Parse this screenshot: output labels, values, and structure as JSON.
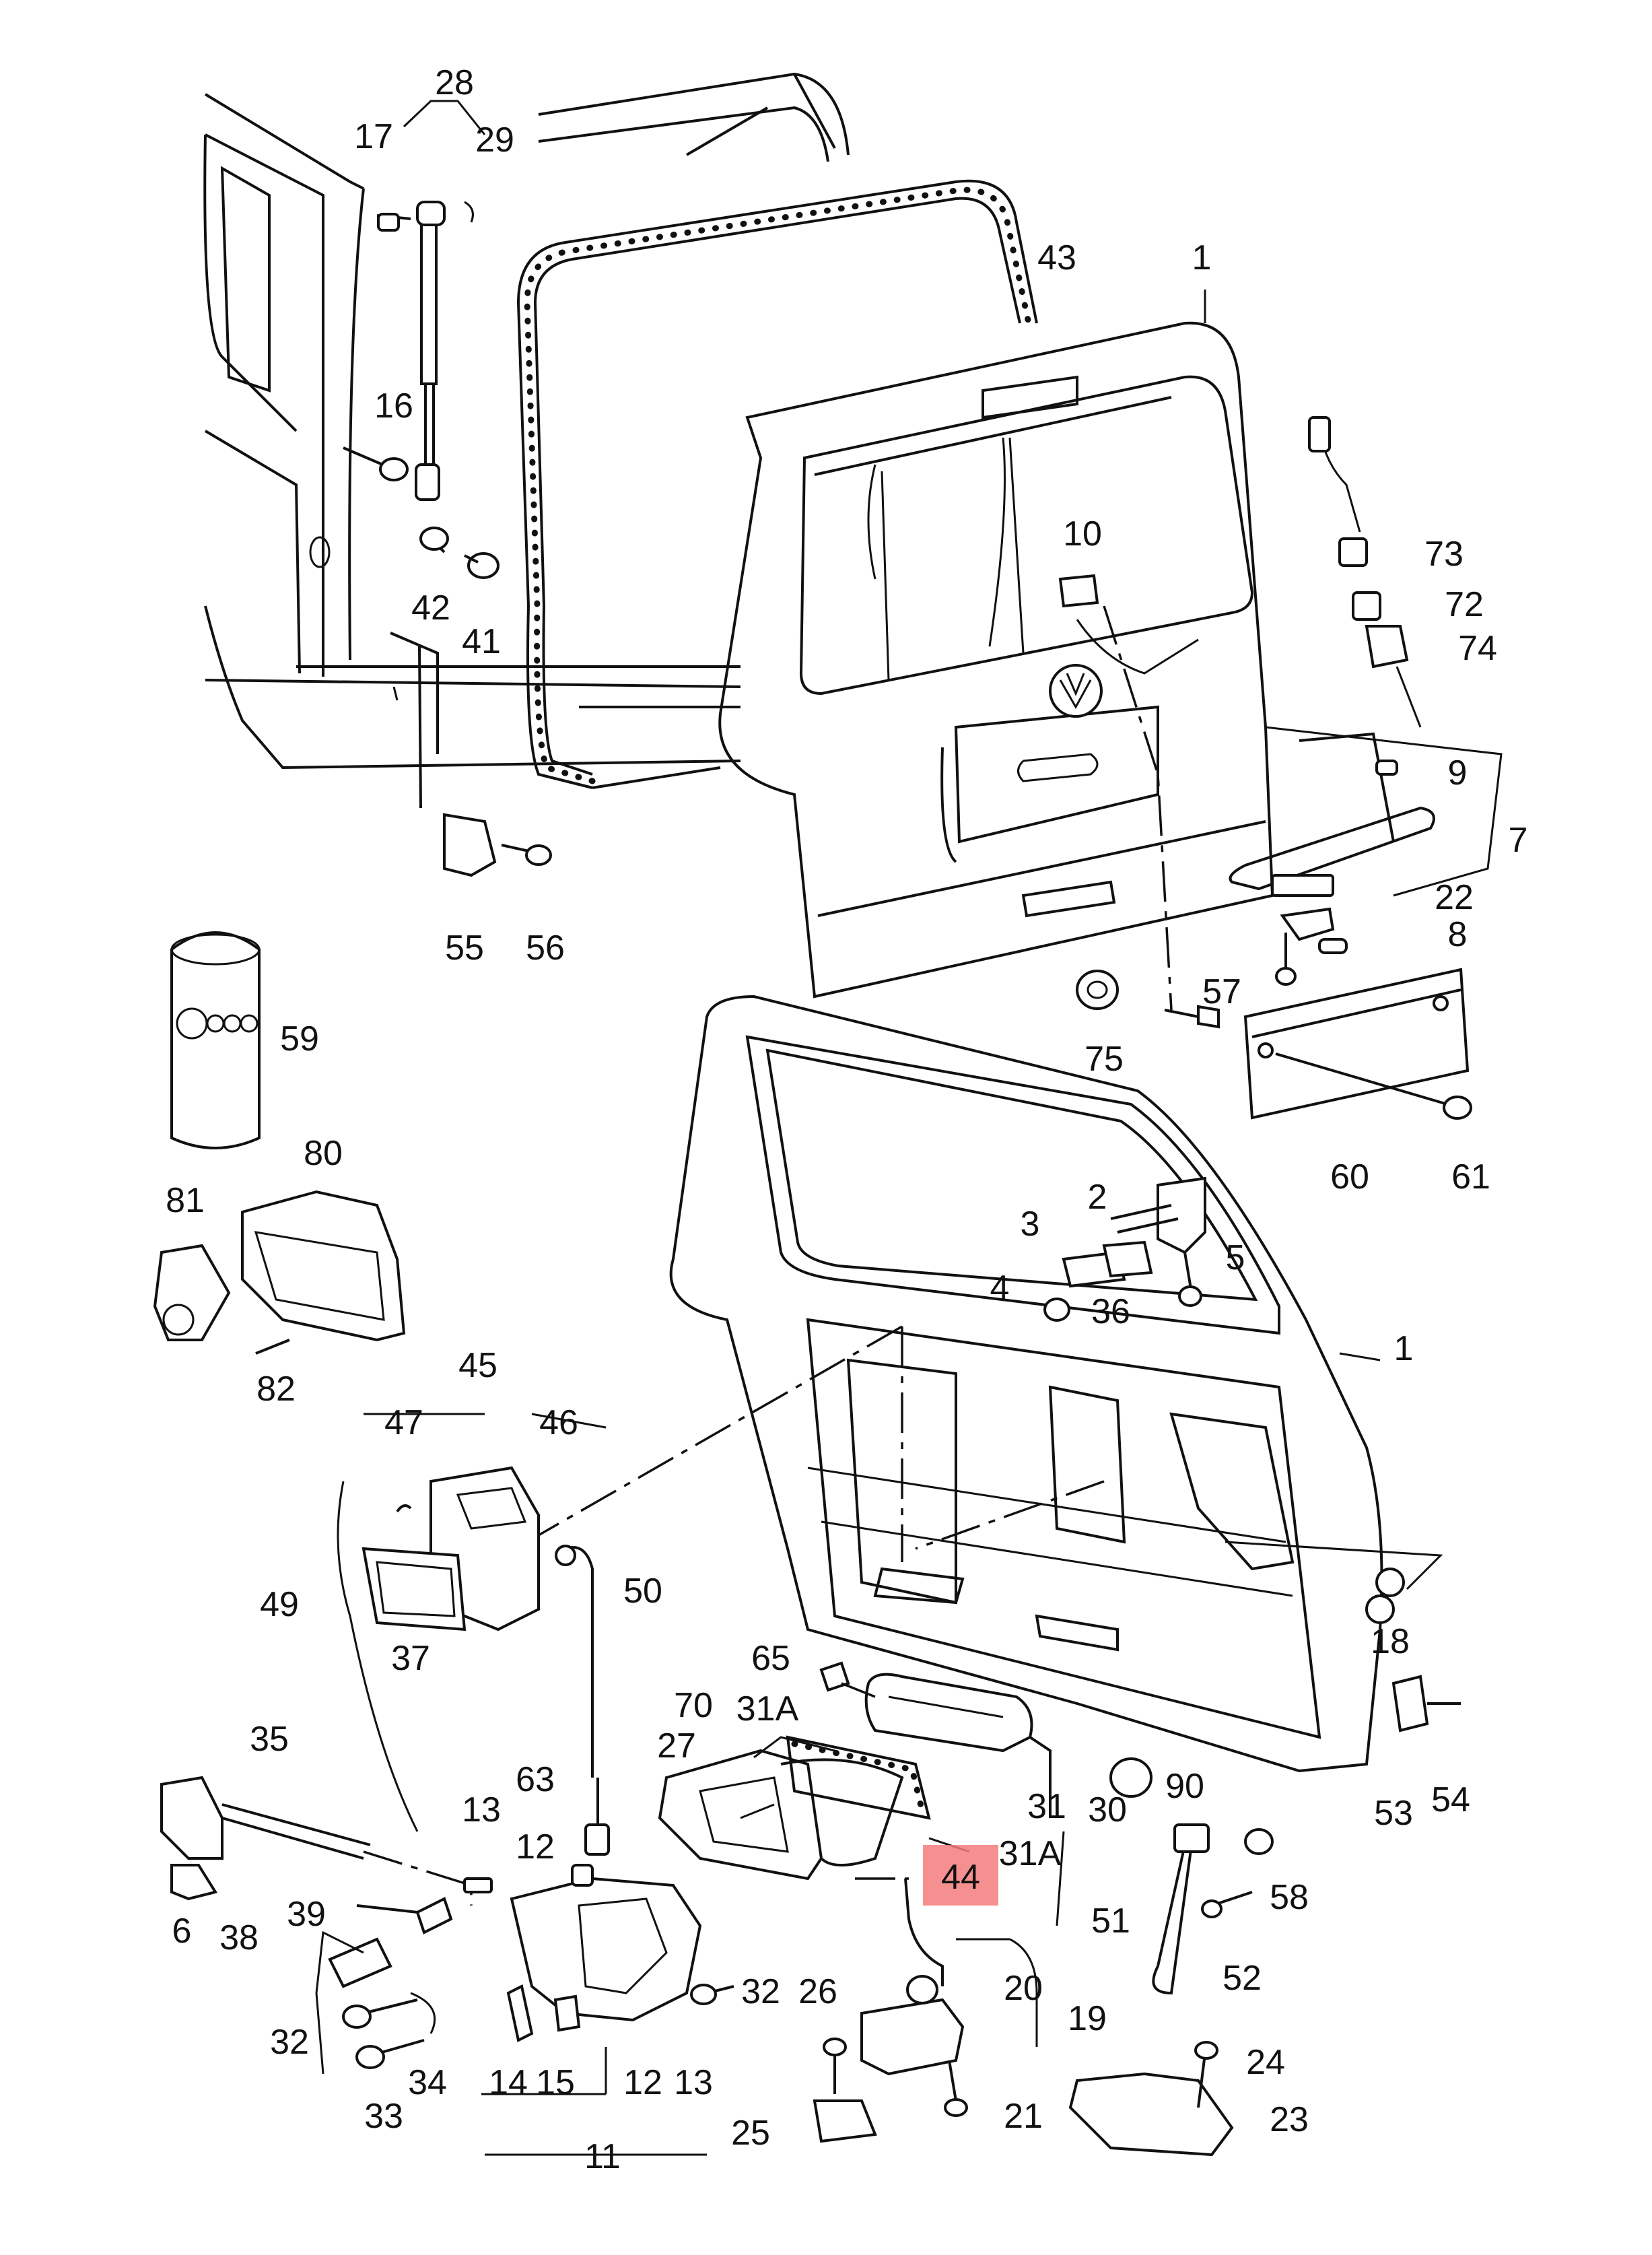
{
  "diagram": {
    "labels": {
      "p1_top": "1",
      "p1_side": "1",
      "p2": "2",
      "p3": "3",
      "p4": "4",
      "p5": "5",
      "p6": "6",
      "p7": "7",
      "p8": "8",
      "p9": "9",
      "p10": "10",
      "p11": "11",
      "p12a": "12",
      "p12b": "12",
      "p13a": "13",
      "p13b": "13",
      "p14": "14",
      "p15": "15",
      "p16": "16",
      "p17": "17",
      "p18": "18",
      "p19": "19",
      "p20": "20",
      "p21": "21",
      "p22": "22",
      "p23": "23",
      "p24": "24",
      "p25": "25",
      "p26": "26",
      "p27": "27",
      "p28": "28",
      "p29": "29",
      "p30": "30",
      "p31": "31",
      "p31a_top": "31A",
      "p31a_bottom": "31A",
      "p32a": "32",
      "p32b": "32",
      "p33": "33",
      "p34": "34",
      "p35": "35",
      "p36": "36",
      "p37": "37",
      "p38": "38",
      "p39": "39",
      "p41": "41",
      "p42": "42",
      "p43": "43",
      "p44": "44",
      "p45": "45",
      "p46": "46",
      "p47": "47",
      "p49": "49",
      "p50": "50",
      "p51": "51",
      "p52": "52",
      "p53": "53",
      "p54": "54",
      "p55": "55",
      "p56": "56",
      "p57": "57",
      "p58": "58",
      "p59": "59",
      "p60": "60",
      "p61": "61",
      "p63": "63",
      "p65": "65",
      "p70": "70",
      "p72": "72",
      "p73": "73",
      "p74": "74",
      "p75": "75",
      "p80": "80",
      "p81": "81",
      "p82": "82",
      "p90": "90"
    },
    "highlight_color": "#f47c7c",
    "line_color": "#111111"
  }
}
